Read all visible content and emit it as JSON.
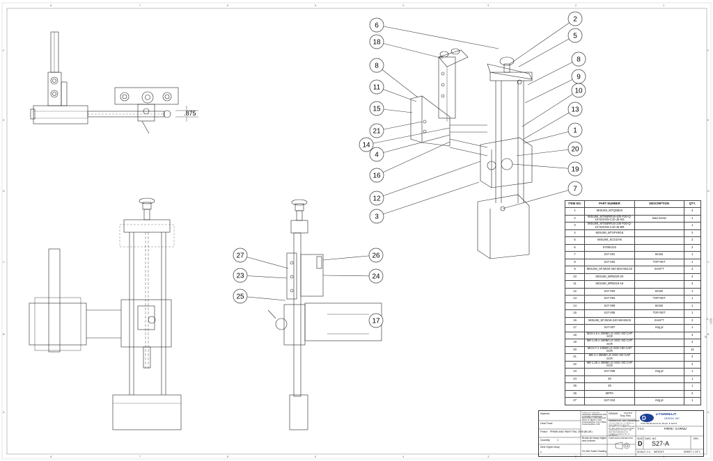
{
  "balloons": {
    "iso": [
      "6",
      "18",
      "8",
      "11",
      "15",
      "21",
      "14",
      "4",
      "16",
      "12",
      "3",
      "2",
      "5",
      "8",
      "9",
      "10",
      "13",
      "1",
      "20",
      "19",
      "7"
    ],
    "side": [
      "27",
      "23",
      "25",
      "26",
      "24",
      "17"
    ]
  },
  "dimension": ".875",
  "bom": {
    "headers": [
      "ITEM NO.",
      "PART NUMBER",
      "DESCRIPTION",
      "QTY."
    ],
    "rows": [
      [
        "1",
        "MISUMI_MTQDB10",
        "",
        "2"
      ],
      [
        "2",
        "MISUMI_MTSBRR16-400-F30-Q-10-S20-E8-C10-J5-KD",
        "lead screw",
        "1"
      ],
      [
        "3",
        "MISUMI_MTSBRR16-230-F30-Q-10-S20-E8-C10-J5-BR",
        "",
        "1"
      ],
      [
        "4",
        "MISUMI_MTSPHR16",
        "",
        "2"
      ],
      [
        "5",
        "MISUMI_SCS10-B",
        "",
        "2"
      ],
      [
        "6",
        "6700K222",
        "",
        "2"
      ],
      [
        "7",
        "S27-001",
        "BASE",
        "1"
      ],
      [
        "8",
        "S27-002",
        "TOP RET",
        "1"
      ],
      [
        "9",
        "MISUMI_SFJW20-450 M10-N5C10",
        "SHAFT",
        "2"
      ],
      [
        "10",
        "MISUMI_MPBZ20-20",
        "",
        "4"
      ],
      [
        "11",
        "MISUMI_MPBZ16-16",
        "",
        "4"
      ],
      [
        "12",
        "S27-003",
        "BASE",
        "1"
      ],
      [
        "13",
        "S27-004",
        "TOP RET",
        "1"
      ],
      [
        "14",
        "S27-006",
        "BASE",
        "1"
      ],
      [
        "15",
        "S27-005",
        "TOP RET",
        "1"
      ],
      [
        "16",
        "MISUMI_SFJW16-240 M8-N5C8",
        "SHAFT",
        "2"
      ],
      [
        "17",
        "S27-007",
        "mtg pl",
        "1"
      ],
      [
        "18",
        "M10-1.5 x 20MM LG SOC HD CAP SCR",
        "",
        "4"
      ],
      [
        "19",
        "M8-1.25 x 16MM LG SOC HD CAP SCR",
        "",
        "4"
      ],
      [
        "20",
        "M4-0.7 x 12MM LG SOC HD CAP SCR",
        "",
        "12"
      ],
      [
        "21",
        "M6-1 x 35MM LG SOC HD CAP SCR",
        "",
        "2"
      ],
      [
        "22",
        "M8-1.25 x 40MM LG SOC HD CAP SCR",
        "",
        "2"
      ],
      [
        "23",
        "S27-008",
        "mtg pl",
        "1"
      ],
      [
        "24",
        "25",
        "",
        "1"
      ],
      [
        "25",
        "25",
        "",
        "1"
      ],
      [
        "26",
        "MPPA",
        "",
        "2"
      ],
      [
        "27",
        "S27-010",
        "mtg pl",
        "1"
      ]
    ]
  },
  "title_block": {
    "material_label": "Material:",
    "heat_treat_label": "Heat Treat:",
    "finish_label": "Finish:",
    "finish_value": "PRIME AND PAINT RAL 2005 (BLUE)",
    "quantity_label": "Quantity:",
    "quantity_value": "1",
    "next_higher_label": "Next Higher Assy:",
    "next_higher_value": "x",
    "break_edges": "Break all sharp edges and corners",
    "do_not_scale": "Do Not Scale Drawing",
    "drawn_label": "DRAWN",
    "drawn_name": "Tony Sirio",
    "drawn_date": "10/6/2015",
    "unless_note": "UNLESS OTHERWISE SPECIFIED: DIMENSIONS ARE IN INCHES TOLERANCES: FRACTIONAL ±.015 ANGULAR: MACH ±1° BEND ±1 TWO PLACE DECIMAL ±.010 THREE PLACE DECIMAL ±.005",
    "proprietary_title": "PROPRIETARY AND CONFIDENTIAL",
    "proprietary_text": "THE INFORMATION CONTAINED IN THIS DRAWING IS THE SOLE PROPERTY OF DYNAMECH DESIGN, INC. ANY REPRODUCTION IN PART OR AS A WHOLE WITHOUT THE WRITTEN PERMISSION OF DYNAMECH DESIGN, INC. IS PROHIBITED.",
    "third_angle": "THIRD ANGLE PROJECTION",
    "company_name": "DYNAMECH",
    "company_sub": "DESIGN, INC",
    "company_address": "3741 NW Bonanza Dr. Mount, IL 60174",
    "title_label": "TITLE:",
    "title": "PAINT STAND",
    "size_label": "SIZE",
    "size": "D",
    "dwg_no_label": "DWG. NO.",
    "dwg_no": "S27-A",
    "rev_label": "REV",
    "scale": "SCALE: 1:4",
    "weight": "WEIGHT:",
    "sheet": "SHEET 1 OF 1"
  },
  "zone_labels": {
    "top": [
      "8",
      "7",
      "6",
      "5",
      "4",
      "3",
      "2",
      "1"
    ],
    "bottom": [
      "8",
      "7",
      "6",
      "5",
      "4",
      "3",
      "2",
      "1"
    ],
    "left": [
      "F",
      "E",
      "D",
      "C",
      "B",
      "A"
    ],
    "right": [
      "F",
      "E",
      "D",
      "C",
      "B",
      "A"
    ],
    "edge_marks": [
      "S27-A",
      "D"
    ]
  }
}
